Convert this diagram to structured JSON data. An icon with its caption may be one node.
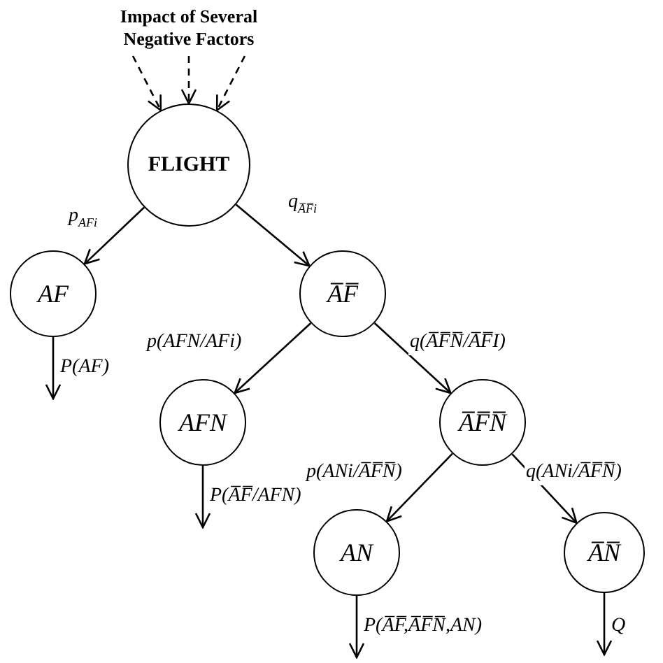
{
  "diagram": {
    "nodes": [
      {
        "text": [
          "Impact of Several Negative Factors"
        ]
      },
      {
        "text": [
          "FLIGHT"
        ]
      },
      {
        "text": [
          "AF"
        ]
      },
      {
        "text": [
          "A̅F̅"
        ]
      },
      {
        "text": [
          "AFN"
        ]
      },
      {
        "text": [
          "A̅F̅N̅"
        ]
      },
      {
        "text": [
          "AN"
        ]
      },
      {
        "text": [
          "A̅N̅"
        ]
      }
    ],
    "edges": [
      {
        "from": 0,
        "to": 1,
        "arrow": "to",
        "style": "dashed"
      },
      {
        "from": 0,
        "to": 1,
        "arrow": "to",
        "style": "dashed"
      },
      {
        "from": 0,
        "to": 1,
        "arrow": "to",
        "style": "dashed"
      },
      {
        "from": 1,
        "to": 2,
        "arrow": "to",
        "label": "p$_{AFi}$"
      },
      {
        "from": 1,
        "to": 3,
        "arrow": "to",
        "label": "q$_{A̅F̅i}$"
      },
      {
        "from": 3,
        "to": 4,
        "arrow": "to",
        "label": "p(AFN/AFi)"
      },
      {
        "from": 3,
        "to": 5,
        "arrow": "to",
        "label": "q(A̅F̅N̅/A̅F̅I)"
      },
      {
        "from": 5,
        "to": 6,
        "arrow": "to",
        "label": "p(ANi/A̅F̅N̅)"
      },
      {
        "from": 5,
        "to": 7,
        "arrow": "to",
        "label": "q(ANi/A̅F̅N̅)"
      },
      {
        "from": 2,
        "to": null,
        "arrow": "to",
        "label": "P(AF)"
      },
      {
        "from": 4,
        "to": null,
        "arrow": "to",
        "label": "P(A̅F̅/AFN)"
      },
      {
        "from": 6,
        "to": null,
        "arrow": "to",
        "label": "P(A̅F̅,A̅F̅N̅,AN)"
      },
      {
        "from": 7,
        "to": null,
        "arrow": "to",
        "label": "Q"
      }
    ]
  }
}
